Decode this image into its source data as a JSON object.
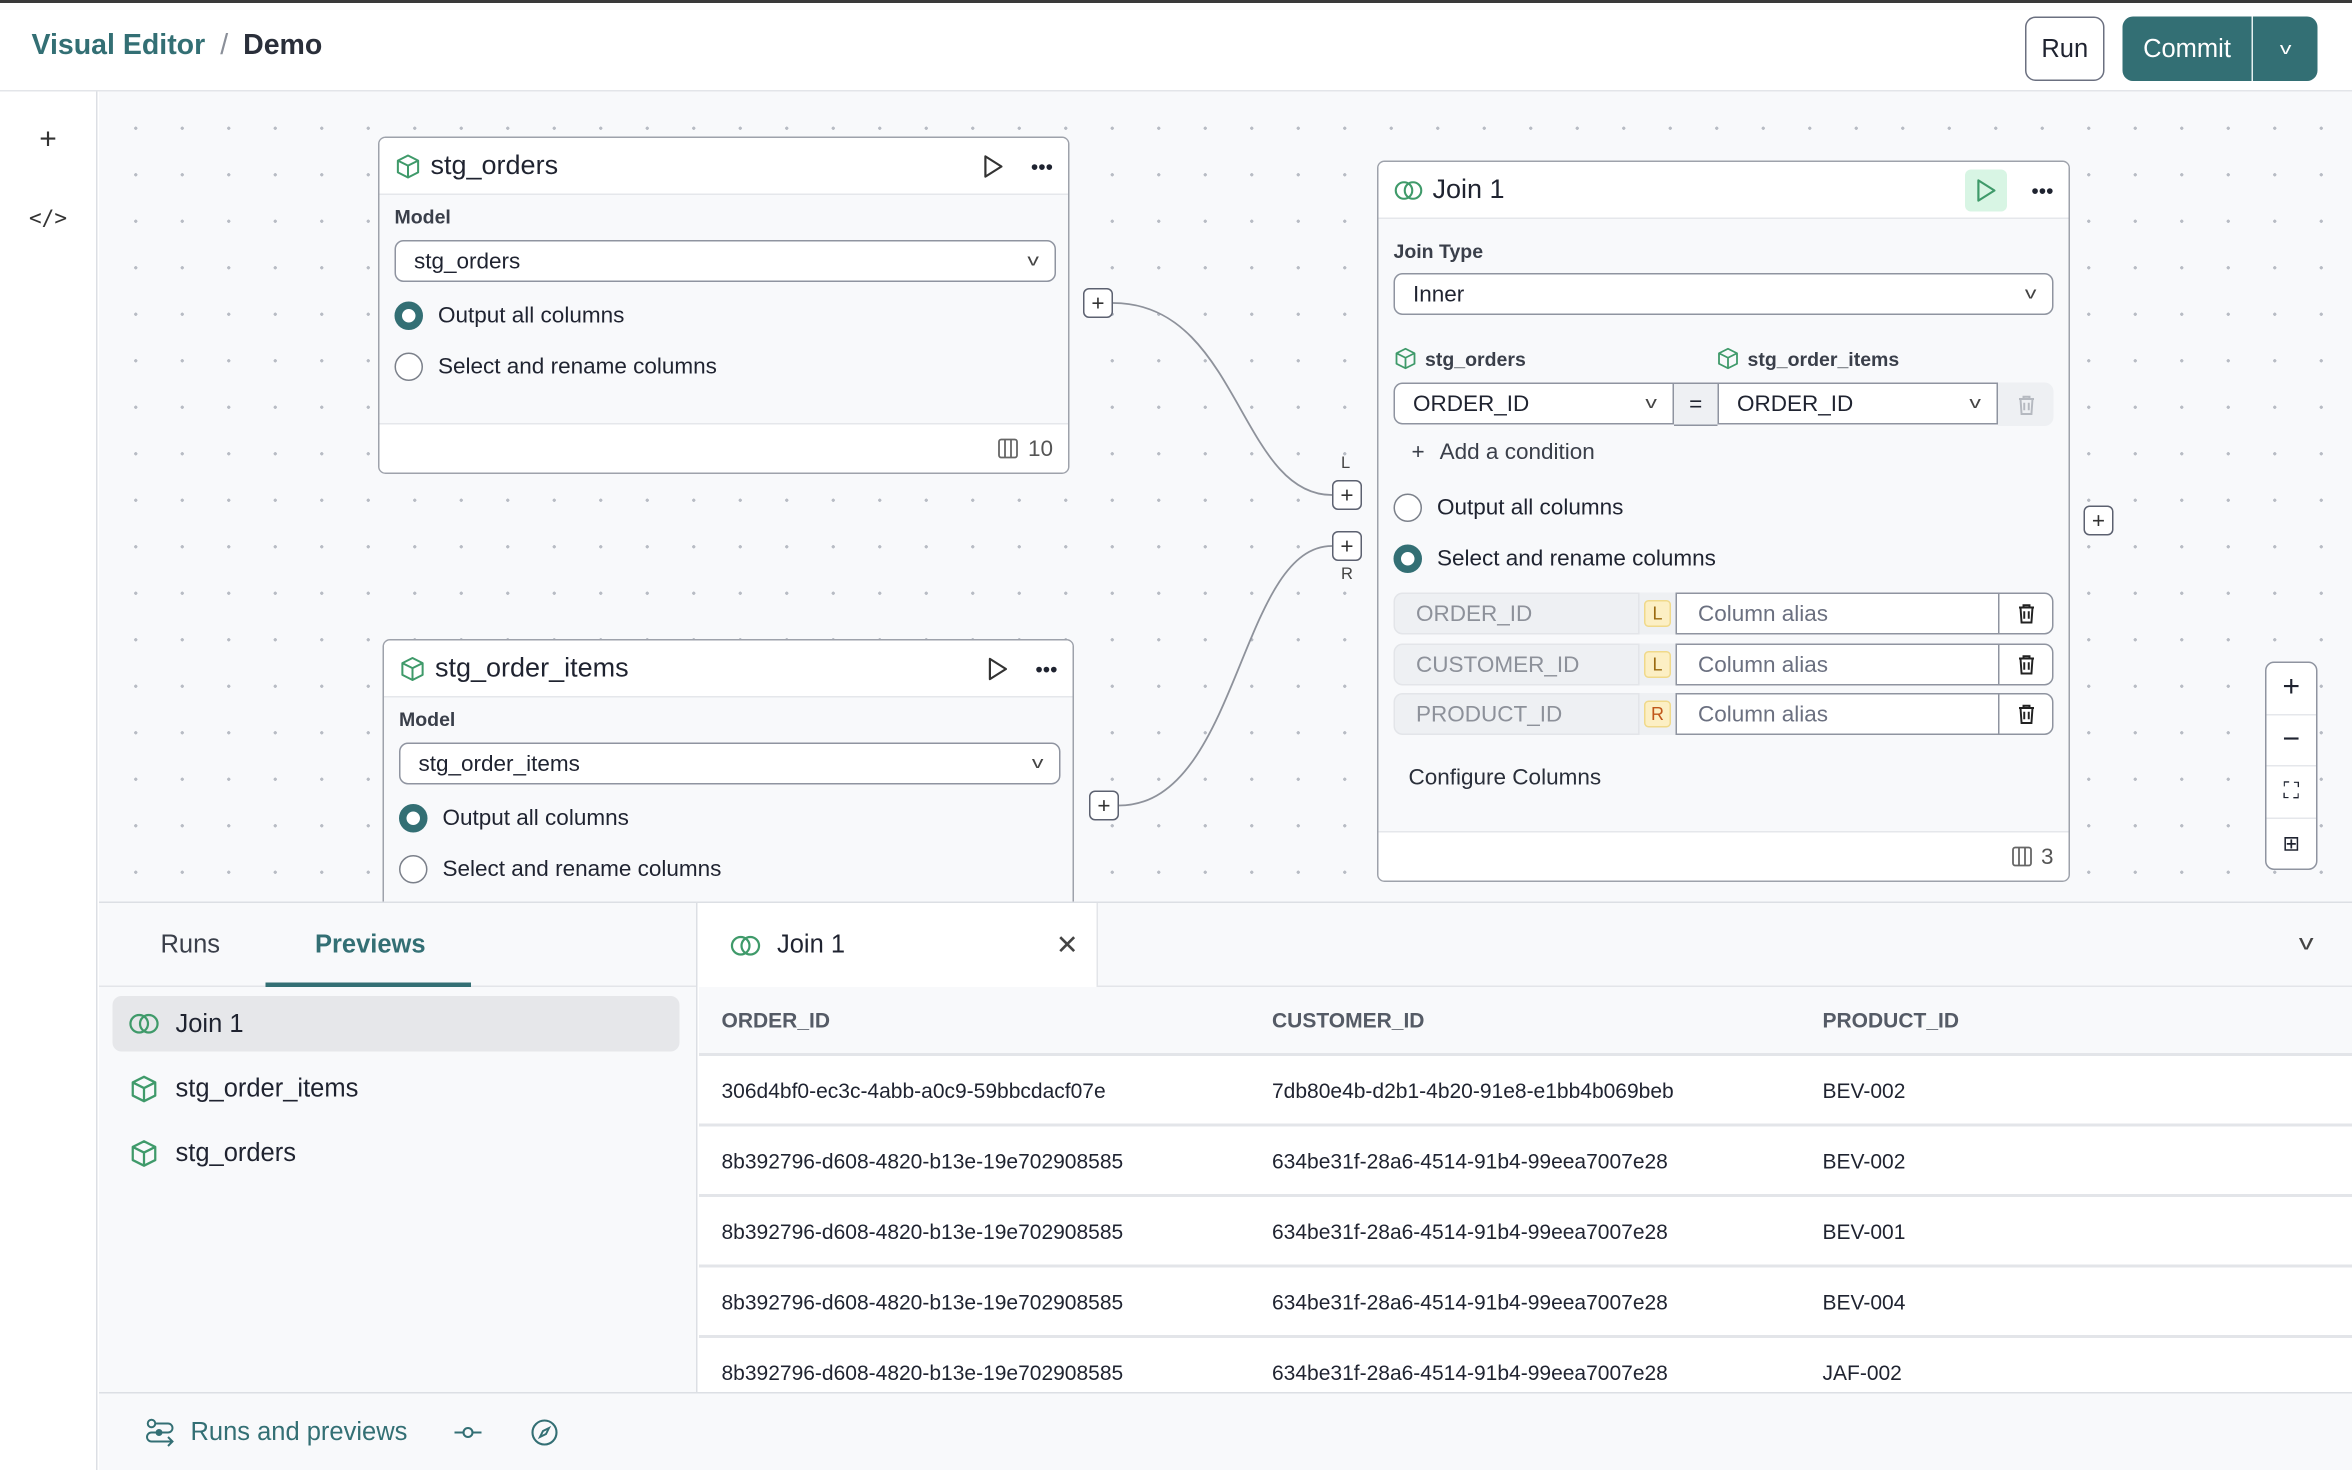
{
  "header": {
    "breadcrumb_root": "Visual Editor",
    "breadcrumb_sep": "/",
    "breadcrumb_current": "Demo",
    "run_label": "Run",
    "commit_label": "Commit"
  },
  "rail": {
    "items": [
      "add-icon",
      "code-icon"
    ]
  },
  "colors": {
    "accent": "#336f74",
    "model_icon": "#3f9a6a",
    "run_active_bg": "#d8f5e4"
  },
  "nodes": {
    "stg_orders": {
      "title": "stg_orders",
      "model_label": "Model",
      "model_value": "stg_orders",
      "option_all": "Output all columns",
      "option_select": "Select and rename columns",
      "selected": "all",
      "column_count": "10"
    },
    "stg_order_items": {
      "title": "stg_order_items",
      "model_label": "Model",
      "model_value": "stg_order_items",
      "option_all": "Output all columns",
      "option_select": "Select and rename columns",
      "selected": "all"
    },
    "join": {
      "title": "Join 1",
      "join_type_label": "Join Type",
      "join_type_value": "Inner",
      "left_source": "stg_orders",
      "right_source": "stg_order_items",
      "condition": {
        "left": "ORDER_ID",
        "op": "=",
        "right": "ORDER_ID"
      },
      "add_condition": "Add a condition",
      "option_all": "Output all columns",
      "option_select": "Select and rename columns",
      "selected": "select",
      "columns": [
        {
          "name": "ORDER_ID",
          "side": "L",
          "alias_placeholder": "Column alias"
        },
        {
          "name": "CUSTOMER_ID",
          "side": "L",
          "alias_placeholder": "Column alias"
        },
        {
          "name": "PRODUCT_ID",
          "side": "R",
          "alias_placeholder": "Column alias"
        }
      ],
      "configure_columns": "Configure Columns",
      "column_count": "3"
    }
  },
  "handles": {
    "left_label": "L",
    "right_label": "R"
  },
  "bottom": {
    "tabs": [
      {
        "label": "Runs"
      },
      {
        "label": "Previews",
        "active": true
      }
    ],
    "list": [
      {
        "label": "Join 1",
        "icon": "join-icon",
        "selected": true
      },
      {
        "label": "stg_order_items",
        "icon": "model-icon"
      },
      {
        "label": "stg_orders",
        "icon": "model-icon"
      }
    ],
    "preview_tab": "Join 1",
    "table": {
      "columns": [
        "ORDER_ID",
        "CUSTOMER_ID",
        "PRODUCT_ID"
      ],
      "rows": [
        [
          "306d4bf0-ec3c-4abb-a0c9-59bbcdacf07e",
          "7db80e4b-d2b1-4b20-91e8-e1bb4b069beb",
          "BEV-002"
        ],
        [
          "8b392796-d608-4820-b13e-19e702908585",
          "634be31f-28a6-4514-91b4-99eea7007e28",
          "BEV-002"
        ],
        [
          "8b392796-d608-4820-b13e-19e702908585",
          "634be31f-28a6-4514-91b4-99eea7007e28",
          "BEV-001"
        ],
        [
          "8b392796-d608-4820-b13e-19e702908585",
          "634be31f-28a6-4514-91b4-99eea7007e28",
          "BEV-004"
        ],
        [
          "8b392796-d608-4820-b13e-19e702908585",
          "634be31f-28a6-4514-91b4-99eea7007e28",
          "JAF-002"
        ]
      ]
    }
  },
  "footer": {
    "runs_previews_label": "Runs and previews"
  }
}
